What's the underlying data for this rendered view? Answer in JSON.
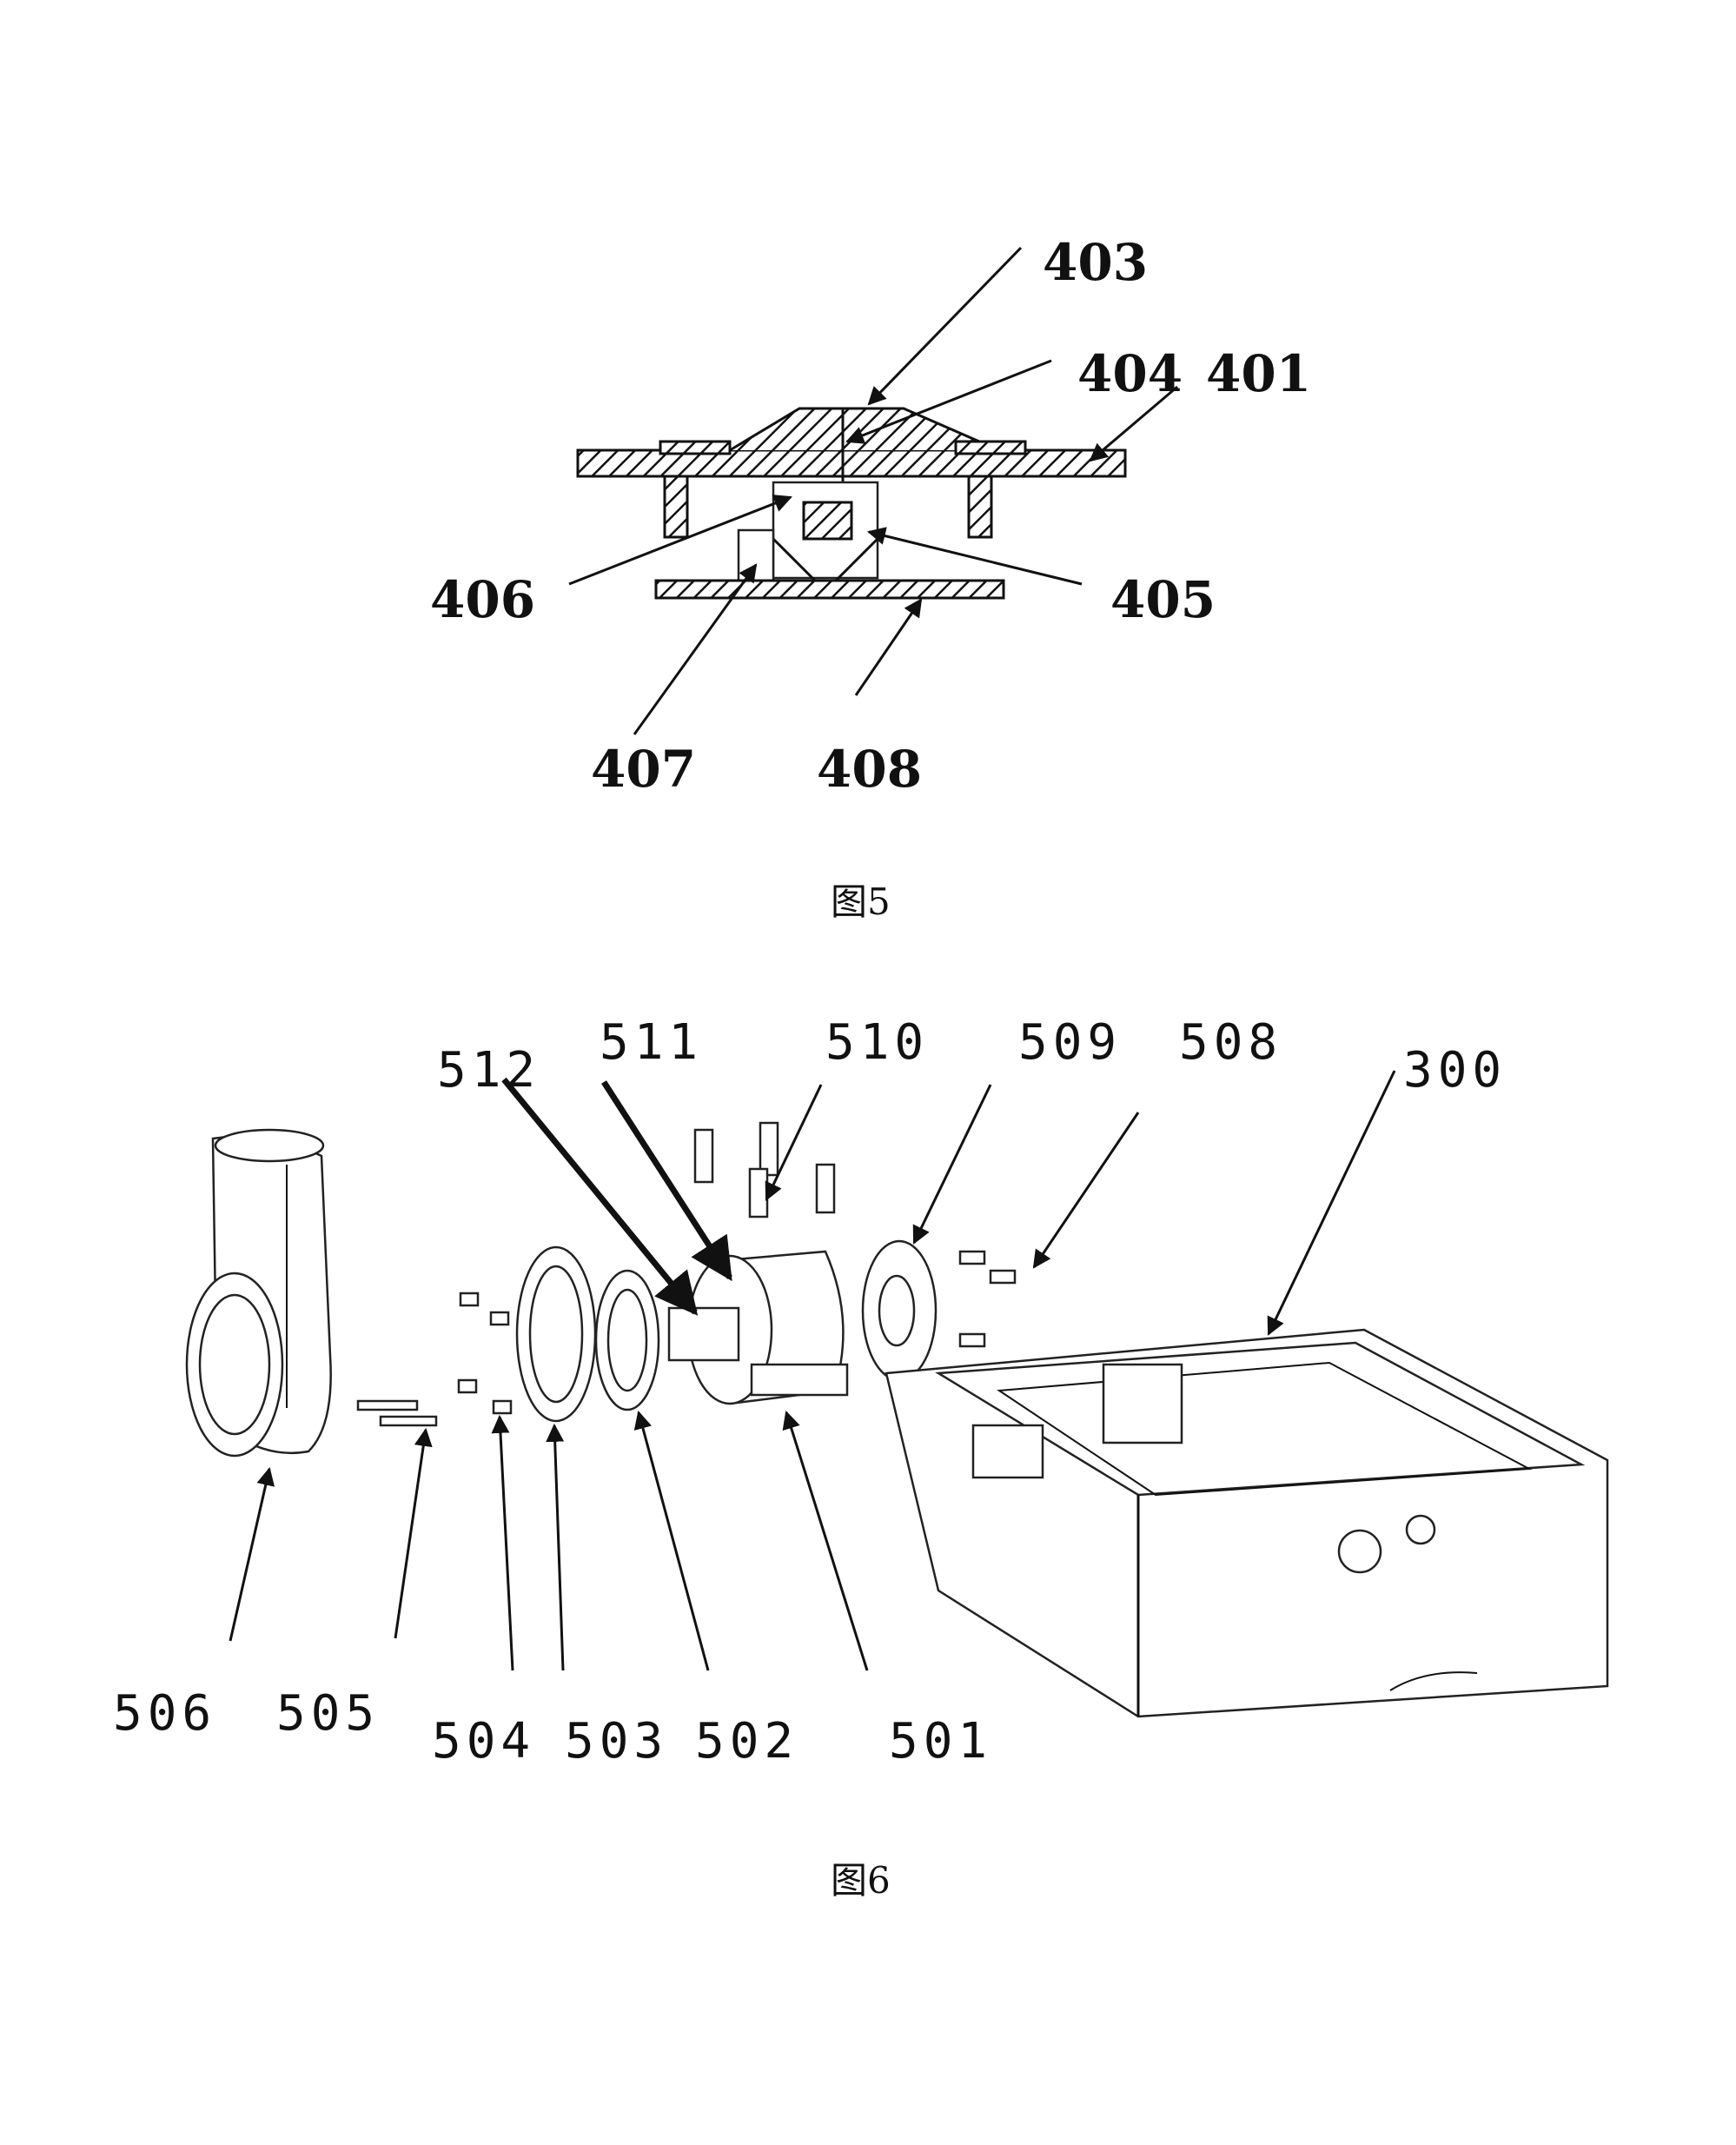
{
  "figures": [
    {
      "id": "fig5",
      "caption": "图5",
      "labels": [
        "403",
        "404",
        "401",
        "406",
        "405",
        "407",
        "408"
      ]
    },
    {
      "id": "fig6",
      "caption": "图6",
      "labels": [
        "512",
        "511",
        "510",
        "509",
        "508",
        "300",
        "506",
        "505",
        "504",
        "503",
        "502",
        "501"
      ]
    }
  ]
}
